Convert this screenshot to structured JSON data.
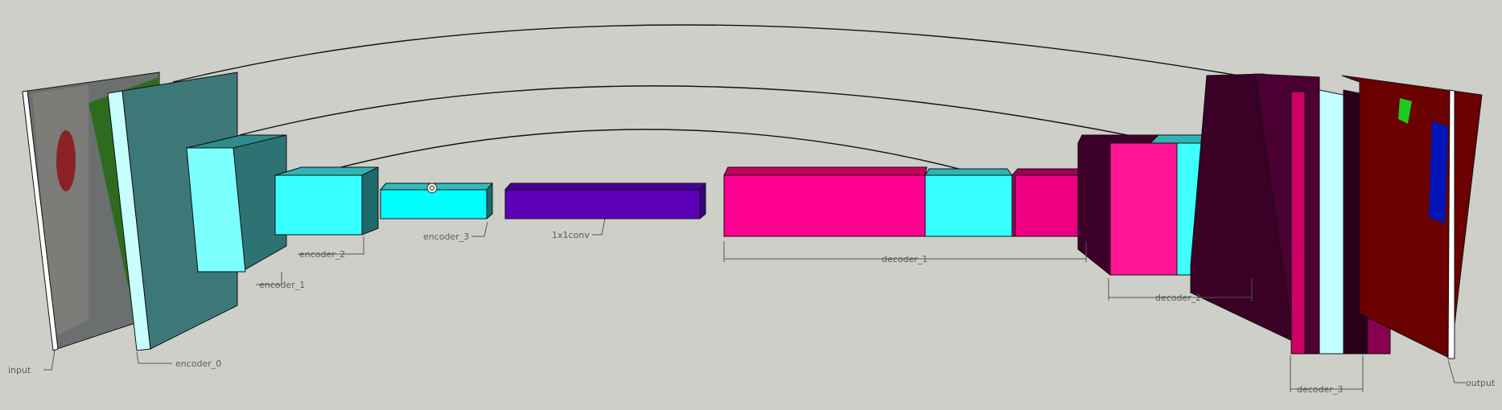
{
  "labels": {
    "input": "input",
    "encoder_0": "encoder_0",
    "encoder_1": "encoder_1",
    "encoder_2": "encoder_2",
    "encoder_3": "encoder_3",
    "conv1x1": "1x1conv",
    "decoder_1": "decoder_1",
    "decoder_2": "decoder_2",
    "decoder_3": "decoder_3",
    "output": "output"
  },
  "colors": {
    "background": "#cfcfca",
    "encoder_teal": "#2e6e6e",
    "encoder_cyan": "#3affff",
    "conv_purple": "#5b00b8",
    "decoder_pink": "#ff0090",
    "decoder_maroon": "#3d0028",
    "output_red": "#6b0000"
  },
  "icons": {
    "cursor": "orbit-cursor-icon"
  }
}
